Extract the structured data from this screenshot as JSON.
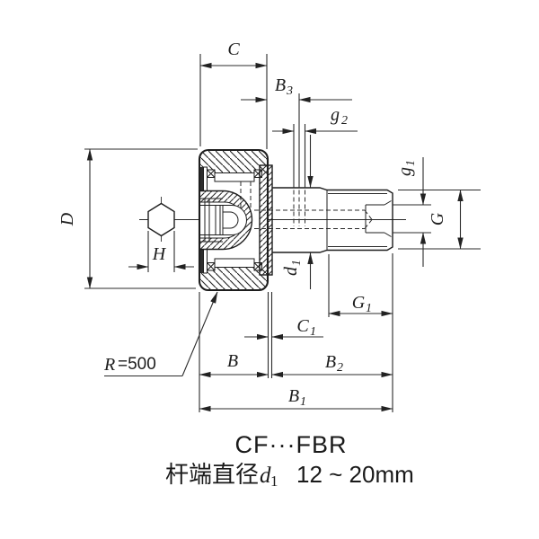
{
  "drawing": {
    "dims": {
      "C": "C",
      "D": "D",
      "H": "H",
      "B": "B",
      "G": "G",
      "B3_main": "B",
      "B3_sub": "3",
      "g2_main": "g",
      "g2_sub": "2",
      "g1_main": "g",
      "g1_sub": "1",
      "d1_main": "d",
      "d1_sub": "1",
      "G1_main": "G",
      "G1_sub": "1",
      "C1_main": "C",
      "C1_sub": "1",
      "B2_main": "B",
      "B2_sub": "2",
      "B1_main": "B",
      "B1_sub": "1"
    },
    "radius_note": {
      "r": "R",
      "value": "=500"
    }
  },
  "caption": {
    "model": "CF···FBR",
    "spec_prefix": "杆端直径",
    "spec_d": "d",
    "spec_d_sub": "1",
    "spec_range": "12 ~ 20mm"
  }
}
